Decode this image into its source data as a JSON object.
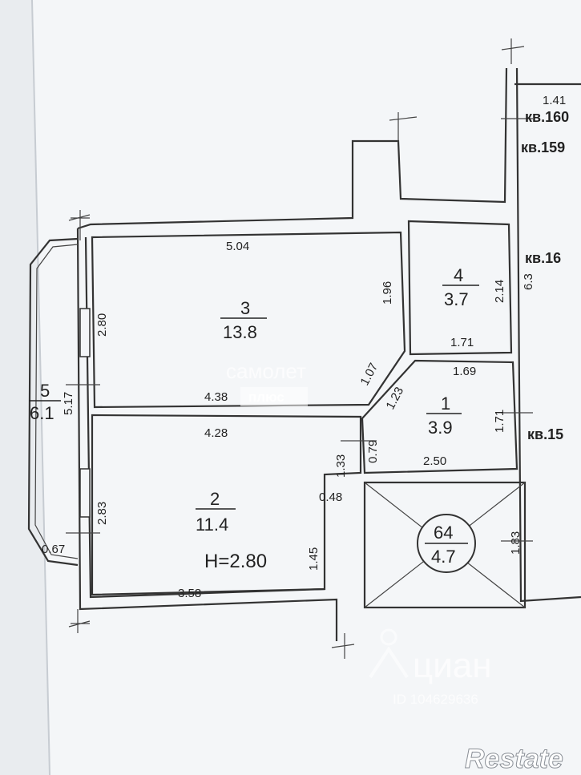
{
  "plan": {
    "height_label": "H=2.80",
    "rooms": [
      {
        "id": "room-1",
        "number": "1",
        "area": "3.9"
      },
      {
        "id": "room-2",
        "number": "2",
        "area": "11.4"
      },
      {
        "id": "room-3",
        "number": "3",
        "area": "13.8"
      },
      {
        "id": "room-4",
        "number": "4",
        "area": "3.7"
      },
      {
        "id": "room-5",
        "number": "5",
        "area": "6.1"
      },
      {
        "id": "room-64",
        "number": "64",
        "area": "4.7"
      }
    ],
    "dimensions": {
      "d_1_41": "1.41",
      "d_5_04": "5.04",
      "d_1_96": "1.96",
      "d_2_14": "2.14",
      "d_6_3": "6.3",
      "d_2_80": "2.80",
      "d_1_71_top": "1.71",
      "d_1_69": "1.69",
      "d_1_07": "1.07",
      "d_1_23": "1.23",
      "d_4_38": "4.38",
      "d_5_17": "5.17",
      "d_4_28": "4.28",
      "d_1_71_right": "1.71",
      "d_1_33": "1.33",
      "d_0_79": "0.79",
      "d_2_50": "2.50",
      "d_0_48": "0.48",
      "d_2_83": "2.83",
      "d_0_67": "0.67",
      "d_1_45": "1.45",
      "d_1_83": "1.83",
      "d_3_58": "3.58"
    },
    "neighbors": {
      "kv160": "кв.160",
      "kv159": "кв.159",
      "kv16": "кв.16",
      "kv15": "кв.15"
    }
  },
  "watermarks": {
    "samolet": "самолет",
    "plus": "плюс",
    "cian": "циан",
    "cian_id": "ID 104629636",
    "restate": "Restate"
  }
}
